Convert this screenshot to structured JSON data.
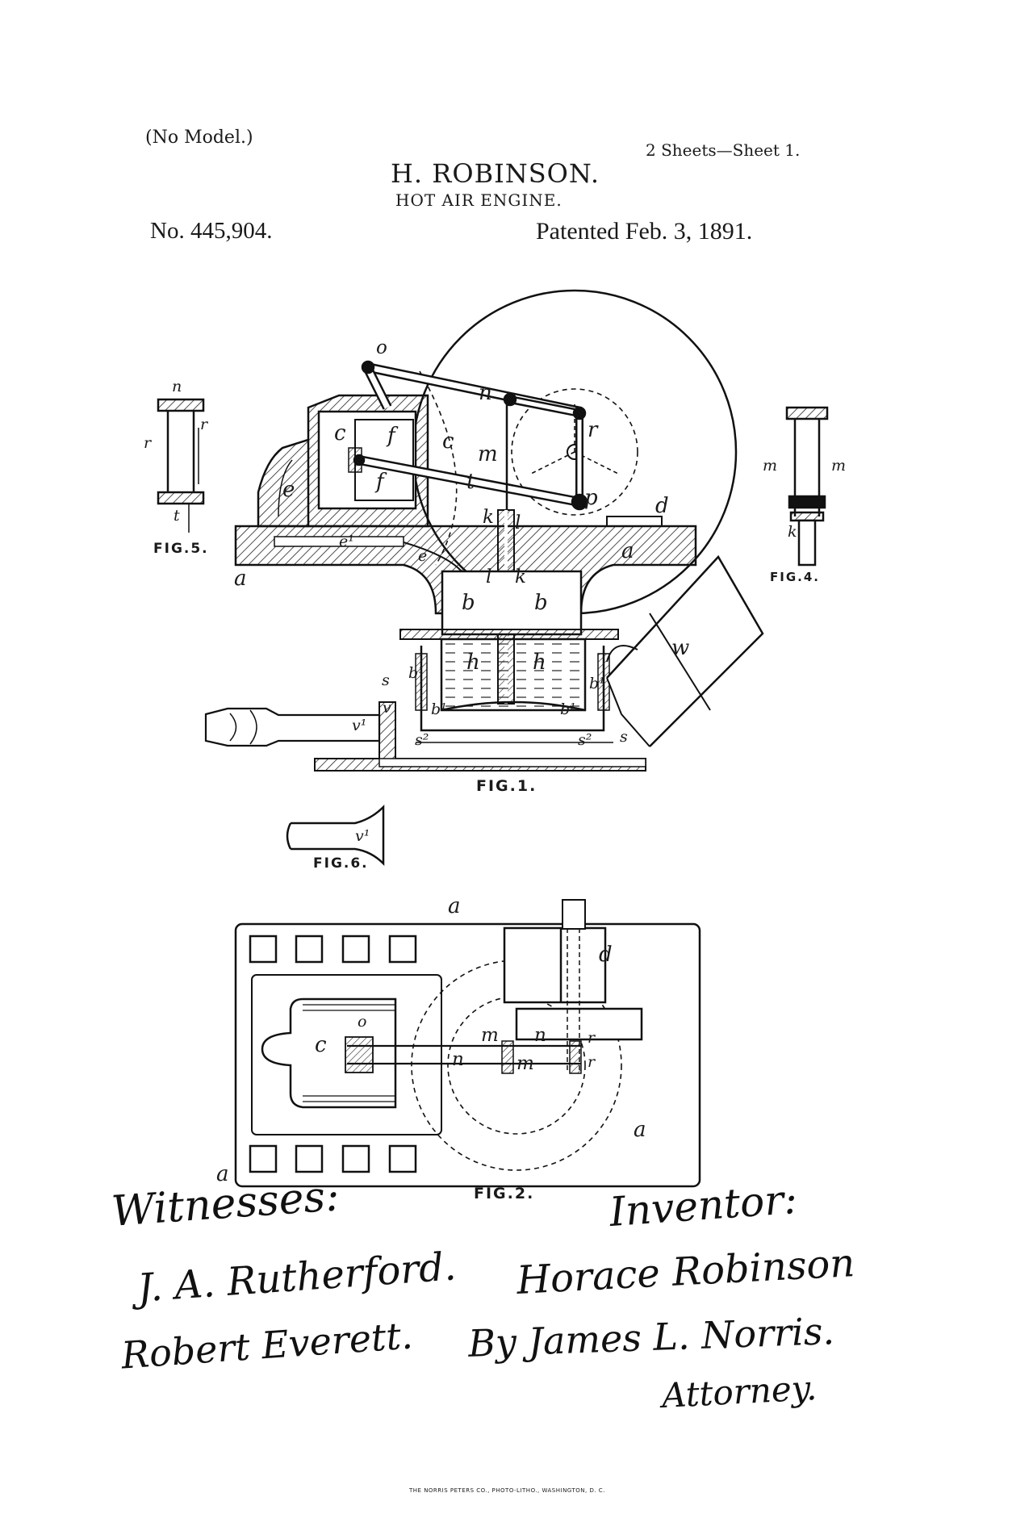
{
  "header": {
    "model_note": "(No Model.)",
    "sheets": "2 Sheets—Sheet 1.",
    "inventor": "H. ROBINSON.",
    "title": "HOT AIR ENGINE.",
    "patent_number": "No. 445,904.",
    "patent_date": "Patented Feb. 3, 1891."
  },
  "figures": {
    "fig1": "FIG.1.",
    "fig2": "FIG.2.",
    "fig4": "FIG.4.",
    "fig5": "FIG.5.",
    "fig6": "FIG.6."
  },
  "labels": {
    "fig1": [
      "o",
      "n",
      "c",
      "f",
      "c",
      "r",
      "e",
      "f",
      "m",
      "t",
      "p",
      "k",
      "l",
      "d",
      "e¹",
      "e",
      "a",
      "a",
      "l",
      "k",
      "b",
      "b",
      "h",
      "h",
      "s",
      "b¹",
      "v",
      "v¹",
      "b¹",
      "b¹",
      "b¹",
      "s²",
      "s²",
      "s",
      "w"
    ],
    "fig2": [
      "a",
      "d",
      "c",
      "o",
      "m",
      "n",
      "r",
      "n",
      "m",
      "r",
      "a",
      "a"
    ],
    "fig4": [
      "m",
      "m",
      "k"
    ],
    "fig5": [
      "n",
      "r",
      "r",
      "t"
    ],
    "fig6": [
      "v¹"
    ]
  },
  "signatures": {
    "witnesses_heading": "Witnesses:",
    "witness_1": "J. A. Rutherford.",
    "witness_2": "Robert Everett.",
    "inventor_heading": "Inventor:",
    "inventor_signature": "Horace Robinson",
    "by_attorney": "By James L. Norris.",
    "attorney_heading": "Attorney."
  },
  "footer": {
    "printer": "THE NORRIS PETERS CO., PHOTO-LITHO., WASHINGTON, D. C."
  }
}
